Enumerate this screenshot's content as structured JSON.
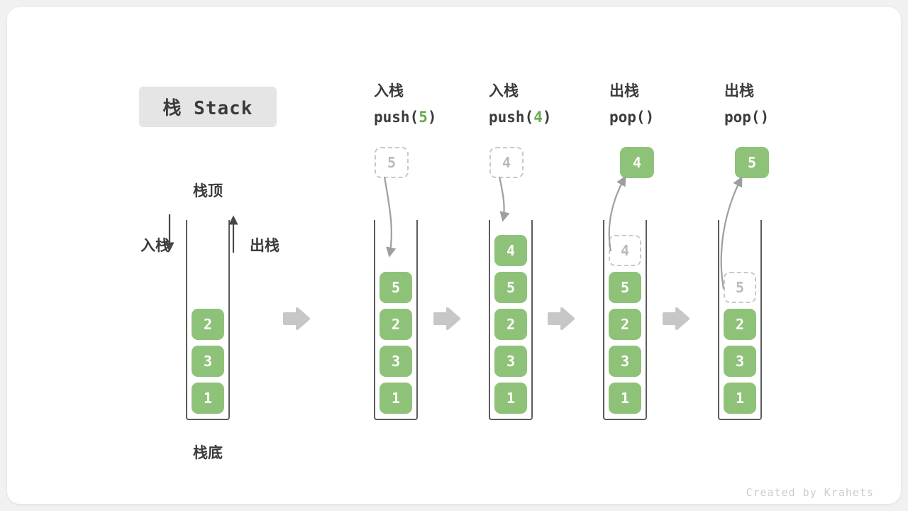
{
  "title": "栈 Stack",
  "credit": "Created by Krahets",
  "colors": {
    "green": "#8fc279",
    "green-dark": "#6aa84f",
    "text": "#3b3b3b",
    "wall": "#5c5c5c",
    "dashed-border": "#c9c9c9",
    "dashed-text": "#b9b9b9",
    "arrow": "#9e9e9e",
    "flow-arrow": "#c7c7c7",
    "title-bg": "#e5e5e5",
    "credit-text": "#cccccc"
  },
  "base_stack": {
    "top_label": "栈顶",
    "bottom_label": "栈底",
    "push_label": "入栈",
    "pop_label": "出栈",
    "cells": [
      "2",
      "3",
      "1"
    ]
  },
  "steps": [
    {
      "action": "入栈",
      "code_pre": "push(",
      "code_arg": "5",
      "code_post": ")",
      "floating_value": "5",
      "floating_style": "dashed",
      "cells": [
        "5",
        "2",
        "3",
        "1"
      ]
    },
    {
      "action": "入栈",
      "code_pre": "push(",
      "code_arg": "4",
      "code_post": ")",
      "floating_value": "4",
      "floating_style": "dashed",
      "cells": [
        "4",
        "5",
        "2",
        "3",
        "1"
      ]
    },
    {
      "action": "出栈",
      "code_pre": "pop()",
      "code_arg": "",
      "code_post": "",
      "floating_value": "4",
      "floating_style": "solid",
      "cells": [
        "4",
        "5",
        "2",
        "3",
        "1"
      ]
    },
    {
      "action": "出栈",
      "code_pre": "pop()",
      "code_arg": "",
      "code_post": "",
      "floating_value": "5",
      "floating_style": "solid",
      "cells": [
        "5",
        "2",
        "3",
        "1"
      ]
    }
  ]
}
